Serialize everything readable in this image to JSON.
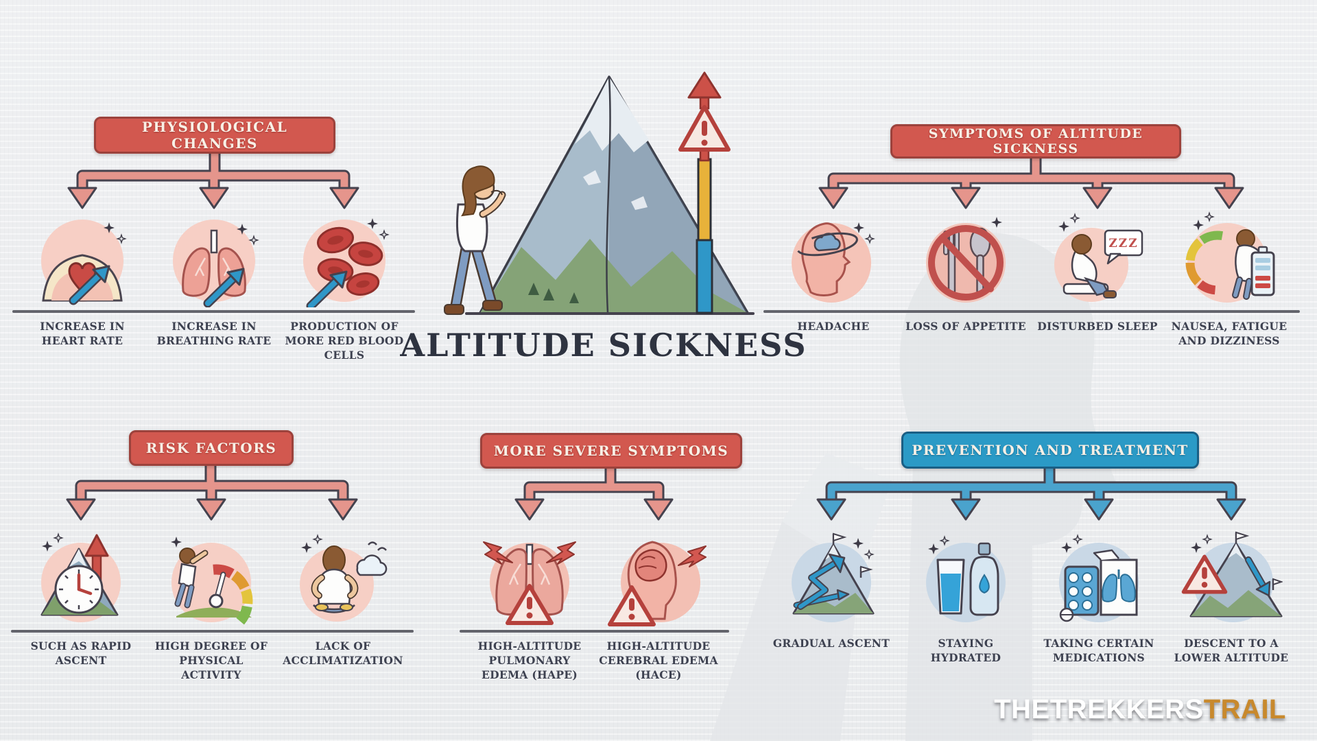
{
  "title": "ALTITUDE SICKNESS",
  "watermark": {
    "white_part": "THETREKKERS",
    "orange_part": "TRAIL"
  },
  "colors": {
    "red_banner": "#d2584f",
    "blue_banner": "#2b9ac6",
    "salmon_arrow": "#e5958c",
    "blue_arrow": "#4aa3cd",
    "label_text": "#3d4150",
    "watermark_orange": "#c8892d"
  },
  "sections": {
    "physiological_changes": {
      "banner": "PHYSIOLOGICAL CHANGES",
      "items": [
        {
          "icon": "heart-rate-increase-icon",
          "label": "INCREASE IN HEART RATE"
        },
        {
          "icon": "breathing-rate-increase-icon",
          "label": "INCREASE IN BREATHING RATE"
        },
        {
          "icon": "red-blood-cells-icon",
          "label": "PRODUCTION OF MORE RED BLOOD CELLS"
        }
      ]
    },
    "symptoms": {
      "banner": "SYMPTOMS OF ALTITUDE SICKNESS",
      "items": [
        {
          "icon": "headache-icon",
          "label": "HEADACHE"
        },
        {
          "icon": "loss-of-appetite-icon",
          "label": "LOSS OF APPETITE"
        },
        {
          "icon": "disturbed-sleep-icon",
          "label": "DISTURBED SLEEP",
          "bubble_text": "ZZZ"
        },
        {
          "icon": "nausea-fatigue-dizziness-icon",
          "label": "NAUSEA, FATIGUE AND DIZZINESS"
        }
      ]
    },
    "risk_factors": {
      "banner": "RISK FACTORS",
      "items": [
        {
          "icon": "rapid-ascent-icon",
          "label": "SUCH AS RAPID ASCENT"
        },
        {
          "icon": "physical-activity-icon",
          "label": "HIGH DEGREE OF PHYSICAL ACTIVITY"
        },
        {
          "icon": "lack-of-acclimatization-icon",
          "label": "LACK OF ACCLIMATIZATION"
        }
      ]
    },
    "severe_symptoms": {
      "banner": "MORE SEVERE SYMPTOMS",
      "items": [
        {
          "icon": "hape-lungs-warning-icon",
          "label": "HIGH-ALTITUDE PULMONARY EDEMA (HAPE)"
        },
        {
          "icon": "hace-brain-warning-icon",
          "label": "HIGH-ALTITUDE CEREBRAL EDEMA (HACE)"
        }
      ]
    },
    "prevention": {
      "banner": "PREVENTION AND TREATMENT",
      "items": [
        {
          "icon": "gradual-ascent-icon",
          "label": "GRADUAL ASCENT"
        },
        {
          "icon": "staying-hydrated-icon",
          "label": "STAYING HYDRATED"
        },
        {
          "icon": "medications-icon",
          "label": "TAKING CERTAIN MEDICATIONS"
        },
        {
          "icon": "descent-icon",
          "label": "DESCENT TO A LOWER ALTITUDE"
        }
      ]
    }
  }
}
